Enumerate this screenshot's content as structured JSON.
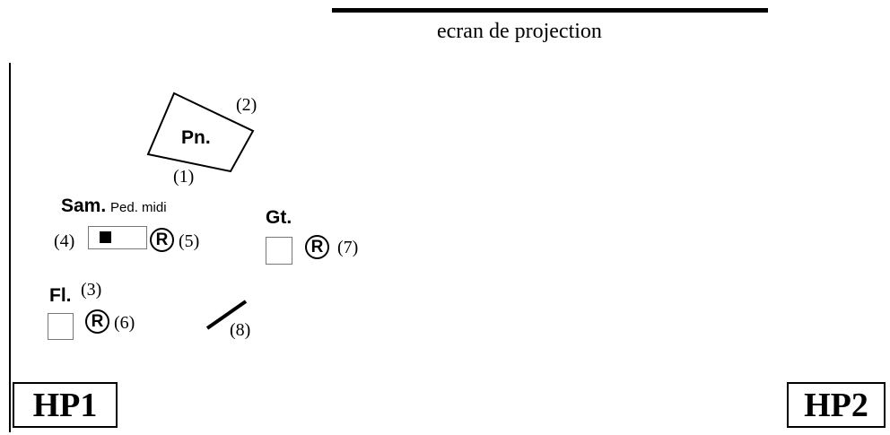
{
  "screen": {
    "label": "ecran de projection"
  },
  "piano": {
    "label": "Pn.",
    "num_bottom": "(1)",
    "num_top": "(2)"
  },
  "sampler": {
    "label": "Sam.",
    "pedal_label": "Ped. midi",
    "num_left": "(4)",
    "num_right": "(5)",
    "record_symbol": "R"
  },
  "guitar": {
    "label": "Gt.",
    "num": "(7)",
    "record_symbol": "R"
  },
  "flute": {
    "label": "Fl.",
    "num_top": "(3)",
    "num_right": "(6)",
    "record_symbol": "R"
  },
  "stand": {
    "num": "(8)"
  },
  "speakers": {
    "left": "HP1",
    "right": "HP2"
  }
}
